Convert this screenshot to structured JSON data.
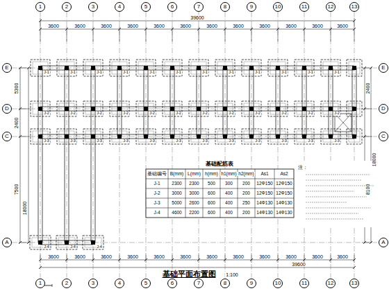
{
  "diagram": {
    "title": "基础平面布置图",
    "nodes": [
      {
        "text": [
          "1"
        ]
      },
      {
        "text": [
          "2"
        ]
      },
      {
        "text": [
          "3"
        ]
      },
      {
        "text": [
          "4"
        ]
      },
      {
        "text": [
          "5"
        ]
      },
      {
        "text": [
          "6"
        ]
      },
      {
        "text": [
          "7"
        ]
      },
      {
        "text": [
          "8"
        ]
      },
      {
        "text": [
          "9"
        ]
      },
      {
        "text": [
          "10"
        ]
      },
      {
        "text": [
          "11"
        ]
      },
      {
        "text": [
          "12"
        ]
      },
      {
        "text": [
          "13"
        ]
      },
      {
        "text": [
          "1"
        ]
      },
      {
        "text": [
          "2"
        ]
      },
      {
        "text": [
          "3"
        ]
      },
      {
        "text": [
          "4"
        ]
      },
      {
        "text": [
          "5"
        ]
      },
      {
        "text": [
          "6"
        ]
      },
      {
        "text": [
          "7"
        ]
      },
      {
        "text": [
          "8"
        ]
      },
      {
        "text": [
          "9"
        ]
      },
      {
        "text": [
          "10"
        ]
      },
      {
        "text": [
          "11"
        ]
      },
      {
        "text": [
          "12"
        ]
      },
      {
        "text": [
          "13"
        ]
      },
      {
        "text": [
          "E"
        ]
      },
      {
        "text": [
          "D"
        ]
      },
      {
        "text": [
          "C"
        ]
      },
      {
        "text": [
          "A"
        ]
      },
      {
        "text": [
          "E"
        ]
      },
      {
        "text": [
          "D"
        ]
      },
      {
        "text": [
          "C"
        ]
      },
      {
        "text": [
          "A"
        ]
      }
    ],
    "labels": [
      "基础配筋表",
      "基础编号",
      "B(mm)",
      "L(mm)",
      "h(mm)",
      "h1(mm)",
      "h2(mm)",
      "As1",
      "As2",
      "J-1",
      "2300",
      "2300",
      "500",
      "300",
      "200",
      "12Φ150",
      "12Φ150",
      "J-2",
      "3000",
      "3000",
      "600",
      "400",
      "200",
      "12Φ150",
      "12Φ150",
      "J-3",
      "5000",
      "2600",
      "600",
      "400",
      "250",
      "14Φ130",
      "14Φ130",
      "J-4",
      "4600",
      "2200",
      "600",
      "400",
      "200",
      "14Φ130",
      "14Φ130",
      "1:100",
      "3600",
      "3600",
      "3600",
      "3600",
      "3600",
      "3600",
      "3600",
      "3600",
      "3600",
      "3600",
      "3600",
      "3600",
      "39600",
      "3600",
      "3600",
      "3600",
      "3600",
      "3600",
      "3600",
      "3600",
      "3600",
      "3600",
      "3600",
      "3600",
      "3600",
      "39600",
      "5300",
      "2400",
      "7500",
      "18000",
      "2400",
      "8100",
      "18000",
      "注：",
      "J-1",
      "J-1",
      "J-1",
      "J-1",
      "J-1",
      "J-1",
      "J-1",
      "J-1",
      "J-1",
      "J-1",
      "J-1",
      "J-1",
      "J-2",
      "J-2",
      "J-2",
      "J-2",
      "J-2",
      "J-2",
      "J-2",
      "J-2",
      "J-2",
      "J-2",
      "J-2",
      "J-2",
      "J-3",
      "J-3",
      "J-3",
      "J-3",
      "J-3",
      "J-3",
      "J-3",
      "J-3",
      "J-3",
      "J-3",
      "J-3",
      "J-3",
      "J-4",
      "J-4",
      "J-4"
    ]
  }
}
